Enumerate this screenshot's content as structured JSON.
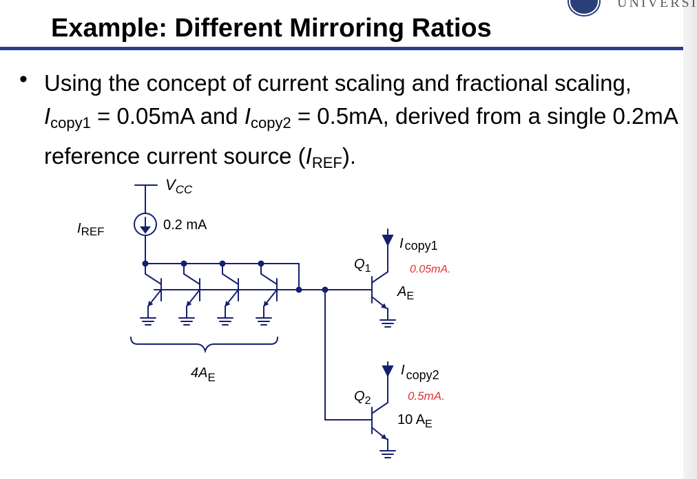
{
  "header": {
    "logo_text": "UNIVERSI",
    "title": "Example: Different Mirroring Ratios"
  },
  "bullet": {
    "text_part1": "Using the concept of current scaling and fractional scaling, ",
    "icopy1_letter": "I",
    "icopy1_sub": "copy1",
    "text_part2": " = 0.05mA  and ",
    "icopy2_letter": "I",
    "icopy2_sub": "copy2",
    "text_part3": " = 0.5mA, derived from a single 0.2mA reference current source (",
    "iref_letter": "I",
    "iref_sub": "REF",
    "text_part4": ")."
  },
  "circuit": {
    "vcc_label": "V",
    "vcc_sub": "CC",
    "iref_label": "I",
    "iref_sub": "REF",
    "source_value": "0.2 mA",
    "group_area": "4A",
    "group_area_sub": "E",
    "q1_label": "Q",
    "q1_sub": "1",
    "q1_current": "I",
    "q1_current_sub": "copy1",
    "q1_area": "A",
    "q1_area_sub": "E",
    "q1_note": "0.05mA.",
    "q2_label": "Q",
    "q2_sub": "2",
    "q2_current": "I",
    "q2_current_sub": "copy2",
    "q2_area": "10 A",
    "q2_area_sub": "E",
    "q2_note": "0.5mA."
  },
  "colors": {
    "wire": "#14206e",
    "annotation": "#e0303a",
    "title_rule": "#2a3f8f"
  }
}
